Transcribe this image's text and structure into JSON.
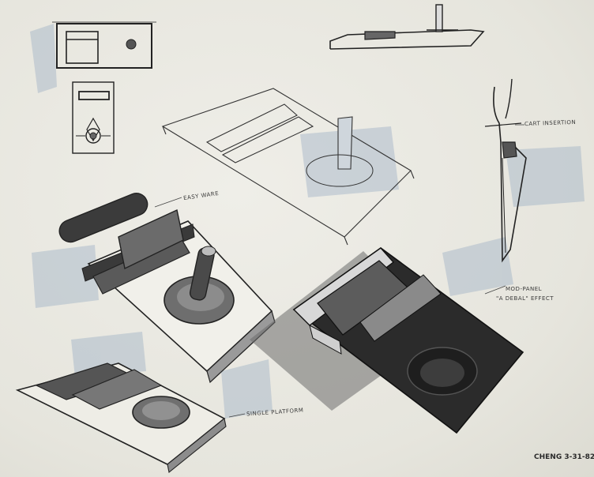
{
  "sheet": {
    "annotations": {
      "cart_insertion": "CART INSERTION",
      "easy_ware": "EASY WARE",
      "mod_panel_line1": "MOD-PANEL",
      "mod_panel_line2": "\"A DEBAL\" EFFECT",
      "single_platform": "SINGLE PLATFORM"
    },
    "signature": "CHENG 3-31-82"
  },
  "colors": {
    "paper": "#e9e8e1",
    "ink": "#222222",
    "marker_blue": "#9fb2c6",
    "marker_gray": "#4a4a4a",
    "marker_dark": "#1a1a1a"
  }
}
